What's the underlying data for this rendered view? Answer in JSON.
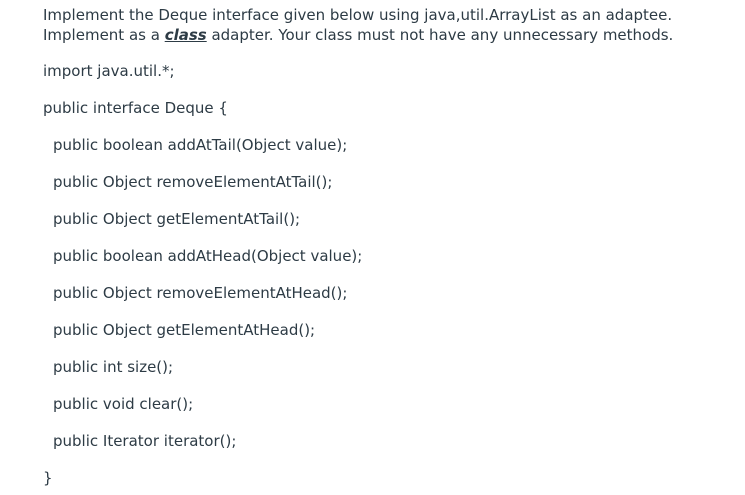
{
  "instructions": {
    "line1": "Implement the Deque interface given below using java,util.ArrayList as an adaptee.",
    "line2_prefix": "Implement as a ",
    "line2_emphasis": "class",
    "line2_suffix": " adapter. Your class must not have any unnecessary methods."
  },
  "code": {
    "import": "import java.util.*;",
    "interface_decl": "public interface Deque {",
    "methods": [
      "public boolean addAtTail(Object value);",
      "public Object removeElementAtTail();",
      "public Object getElementAtTail();",
      "public boolean addAtHead(Object value);",
      "public Object removeElementAtHead();",
      "public Object getElementAtHead();",
      "public int size();",
      "public void clear();",
      "public Iterator iterator();"
    ],
    "closing_brace": "}"
  }
}
